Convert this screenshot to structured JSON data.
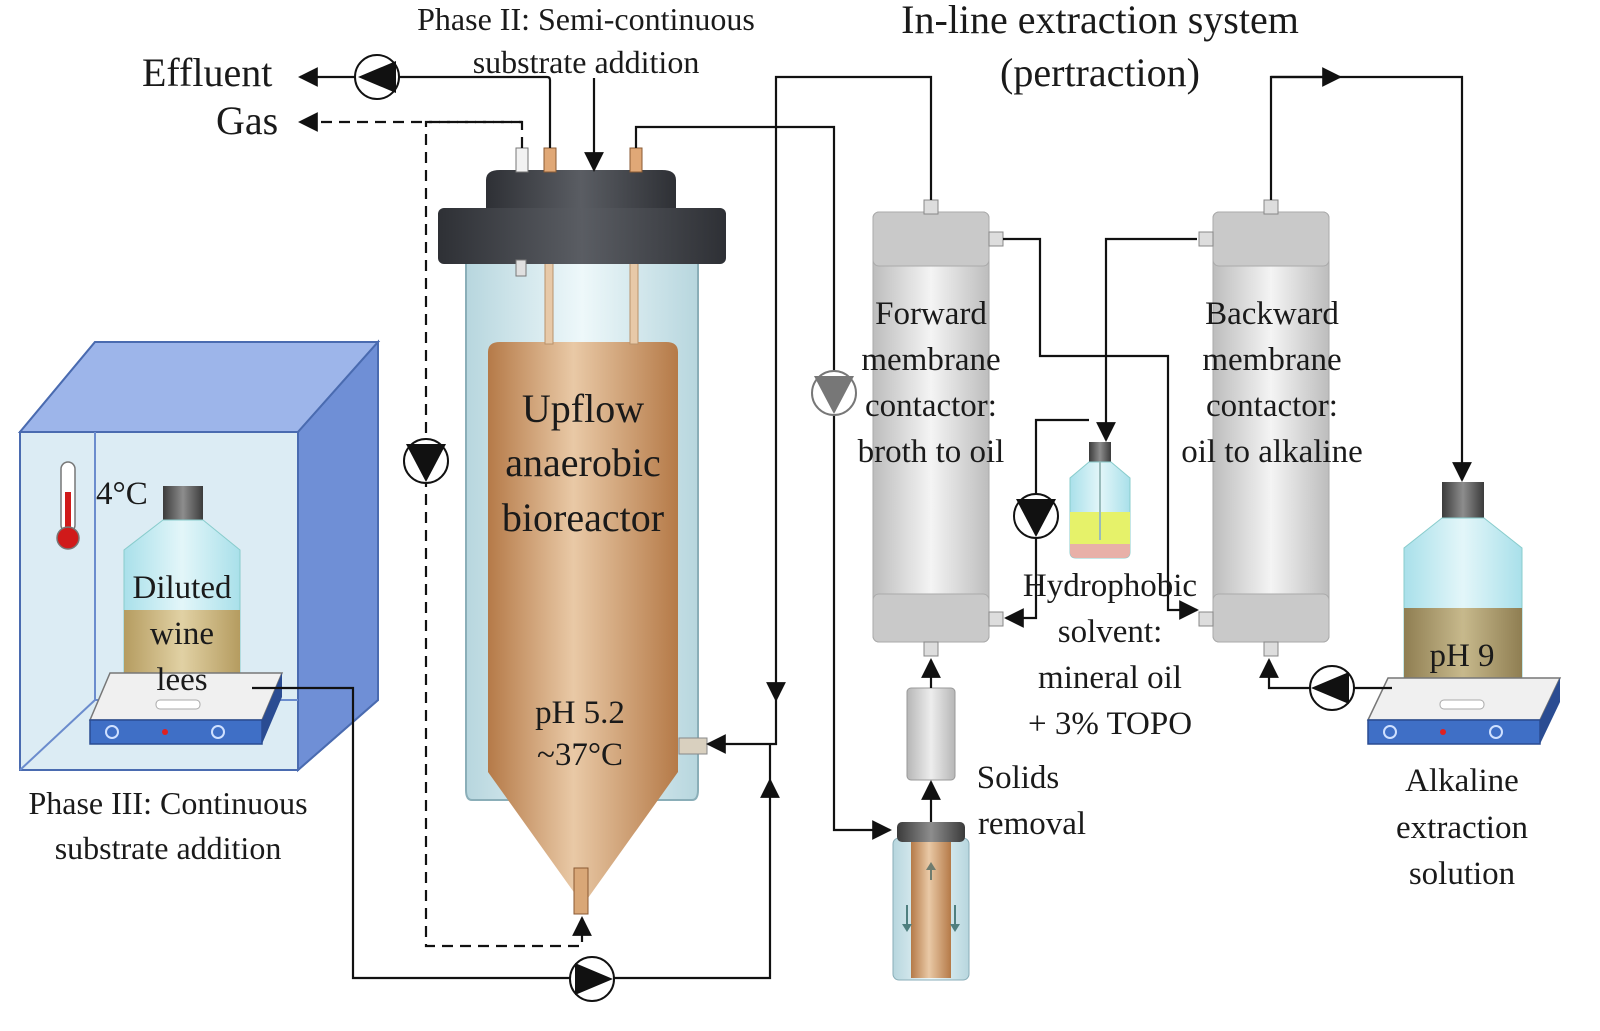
{
  "labels": {
    "effluent": "Effluent",
    "gas": "Gas",
    "phase2_line1": "Phase II: Semi-continuous",
    "phase2_line2": "substrate addition",
    "inline_line1": "In-line  extraction system",
    "inline_line2": "(pertraction)",
    "reactor_line1": "Upflow",
    "reactor_line2": "anaerobic",
    "reactor_line3": "bioreactor",
    "reactor_ph": "pH 5.2",
    "reactor_temp": "~37°C",
    "fridge_temp": "4°C",
    "lees_line1": "Diluted",
    "lees_line2": "wine",
    "lees_line3": "lees",
    "phase3_line1": "Phase III: Continuous",
    "phase3_line2": "substrate addition",
    "forward_line1": "Forward",
    "forward_line2": "membrane",
    "forward_line3": "contactor:",
    "forward_line4": "broth to oil",
    "backward_line1": "Backward",
    "backward_line2": "membrane",
    "backward_line3": "contactor:",
    "backward_line4": "oil to alkaline",
    "solvent_line1": "Hydrophobic",
    "solvent_line2": "solvent:",
    "solvent_line3": "mineral oil",
    "solvent_line4": "+ 3% TOPO",
    "solids_line1": "Solids",
    "solids_line2": "removal",
    "alkaline_ph": "pH 9",
    "alkaline_line1": "Alkaline",
    "alkaline_line2": "extraction",
    "alkaline_line3": "solution"
  },
  "colors": {
    "broth": "#c08a5a",
    "fridge": "#7f9fe0",
    "glass": "#d9eef2",
    "lid": "#3a3d42",
    "membrane": "#d4d4d4",
    "solvent_yellow": "#e6f26a",
    "thermometer": "#d01a1a",
    "stirrer": "#3f6fc6",
    "lees_liquid": "#c9b27a",
    "alkaline_liquid": "#a89868"
  },
  "icons": [
    "pump-icon",
    "thermometer-icon",
    "stir-plate-icon",
    "arrow-icon"
  ]
}
